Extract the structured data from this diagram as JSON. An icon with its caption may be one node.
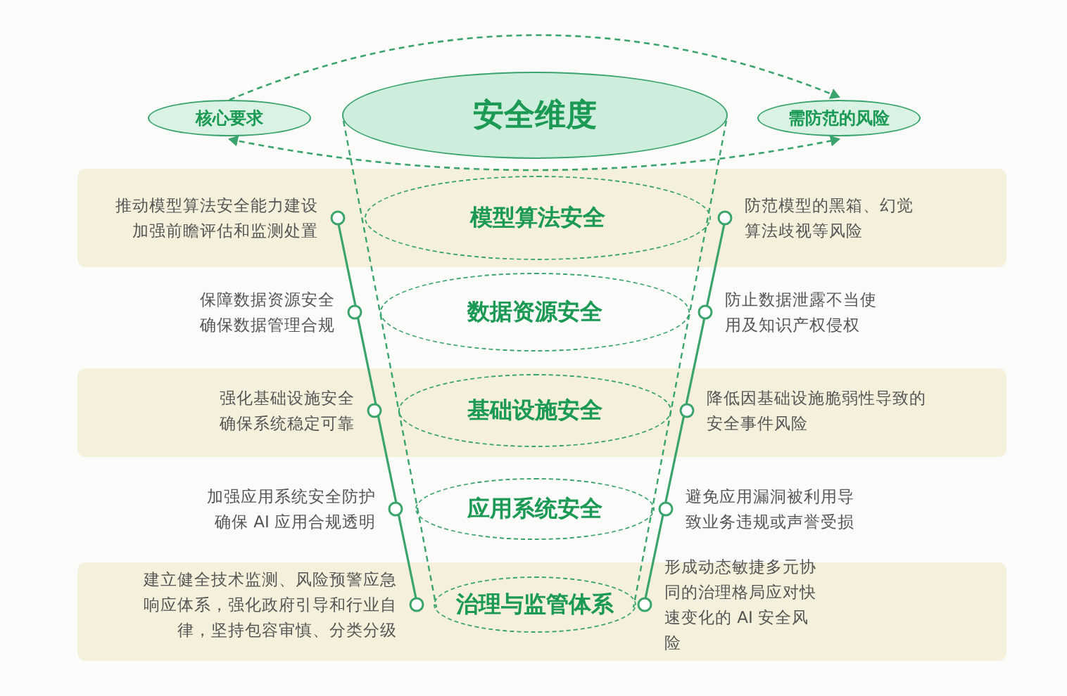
{
  "diagram": {
    "nodes": [
      {
        "text": [
          "安全维度"
        ]
      },
      {
        "text": [
          "核心要求"
        ]
      },
      {
        "text": [
          "需防范的风险"
        ]
      },
      {
        "text": [
          "模型算法安全"
        ],
        "beside": [
          "推动模型算法安全能力建设加强前瞻评估和监测处置",
          "防范模型的黑箱、幻觉算法歧视等风险"
        ]
      },
      {
        "text": [
          "数据资源安全"
        ],
        "beside": [
          "保障数据资源安全确保数据管理合规",
          "防止数据泄露不当使用及知识产权侵权"
        ]
      },
      {
        "text": [
          "基础设施安全"
        ],
        "beside": [
          "强化基础设施安全确保系统稳定可靠",
          "降低因基础设施脆弱性导致的安全事件风险"
        ]
      },
      {
        "text": [
          "应用系统安全"
        ],
        "beside": [
          "加强应用系统安全防护确保 AI 应用合规透明",
          "避免应用漏洞被利用导致业务违规或声誉受损"
        ]
      },
      {
        "text": [
          "治理与监管体系"
        ],
        "beside": [
          "建立健全技术监测、风险预警应急响应体系，强化政府引导和行业自律，坚持包容审慎、分类分级",
          "形成动态敏捷多元协同的治理格局应对快速变化的 AI 安全风险"
        ]
      }
    ],
    "edges": [
      {
        "from": 1,
        "to": 2,
        "arrow": "to",
        "style": "dashed"
      },
      {
        "from": 1,
        "to": 2,
        "arrow": "both",
        "style": "dashed"
      }
    ]
  }
}
